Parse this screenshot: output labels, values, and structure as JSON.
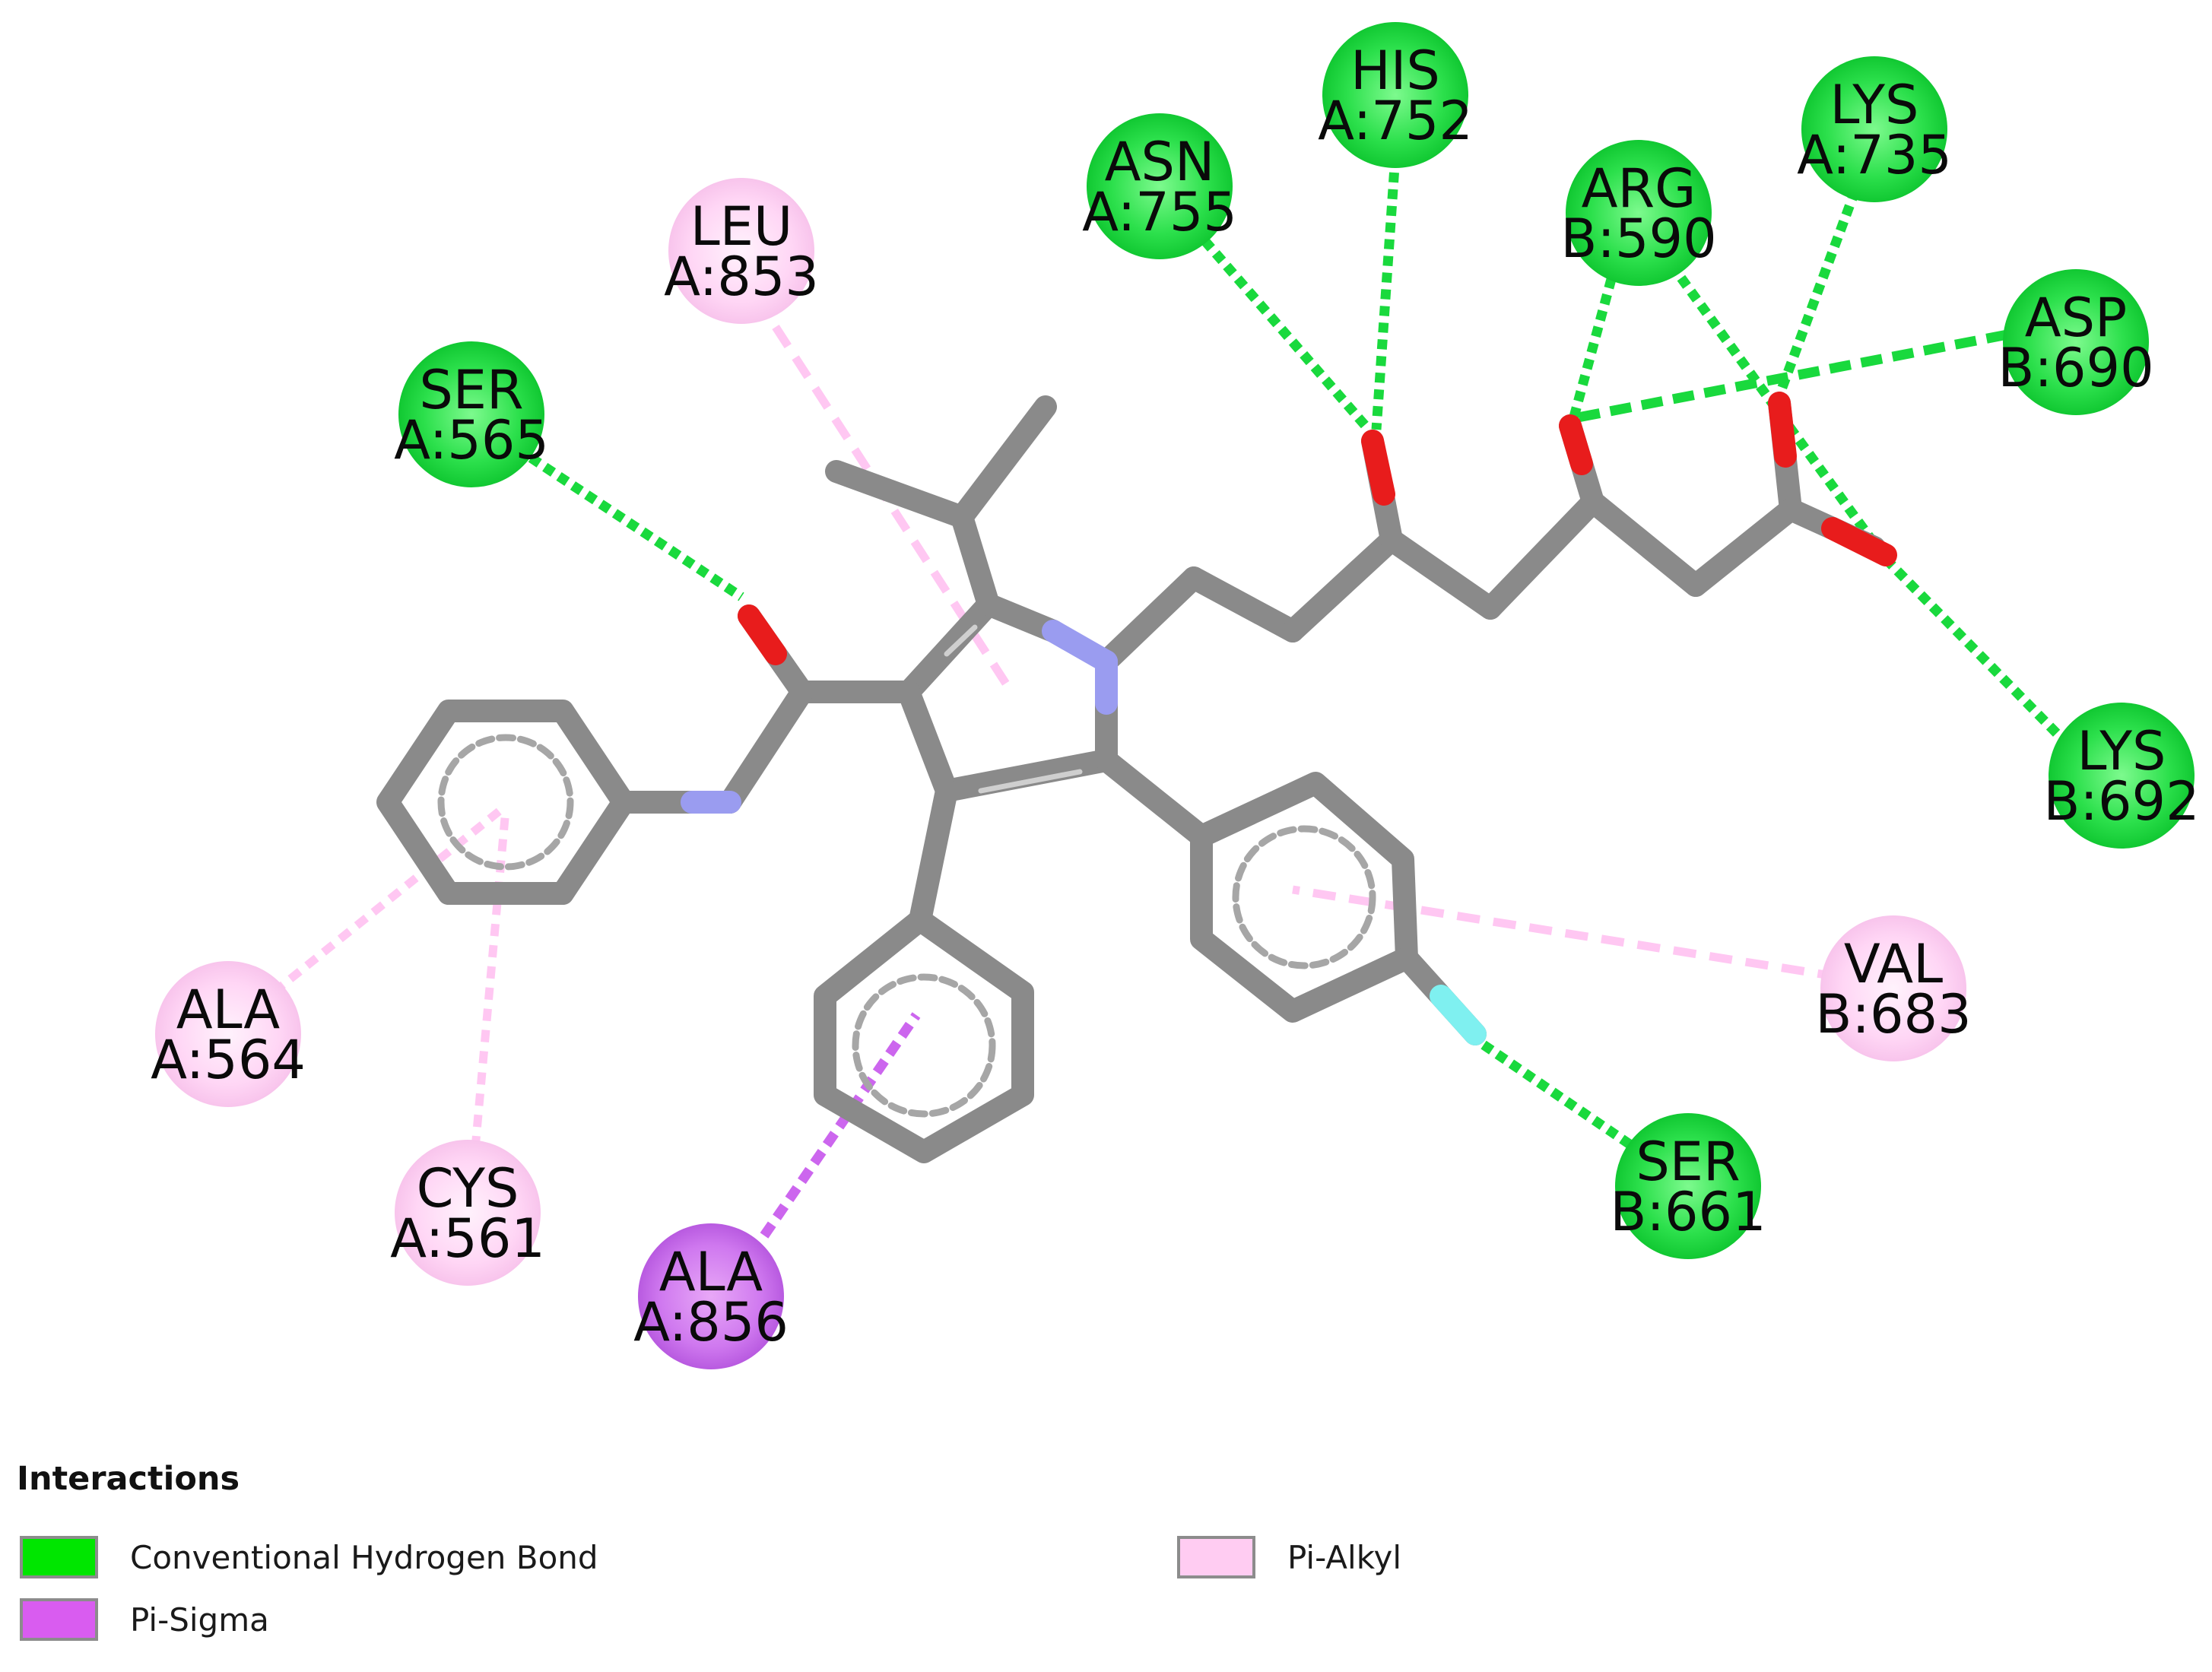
{
  "residues": [
    {
      "id": "his752",
      "name": "HIS",
      "chain_pos": "A:752",
      "type": "hbond"
    },
    {
      "id": "lys735",
      "name": "LYS",
      "chain_pos": "A:735",
      "type": "hbond"
    },
    {
      "id": "asn755",
      "name": "ASN",
      "chain_pos": "A:755",
      "type": "hbond"
    },
    {
      "id": "arg590",
      "name": "ARG",
      "chain_pos": "B:590",
      "type": "hbond"
    },
    {
      "id": "leu853",
      "name": "LEU",
      "chain_pos": "A:853",
      "type": "pialkyl"
    },
    {
      "id": "asp690",
      "name": "ASP",
      "chain_pos": "B:690",
      "type": "hbond"
    },
    {
      "id": "ser565",
      "name": "SER",
      "chain_pos": "A:565",
      "type": "hbond"
    },
    {
      "id": "lys692",
      "name": "LYS",
      "chain_pos": "B:692",
      "type": "hbond"
    },
    {
      "id": "val683",
      "name": "VAL",
      "chain_pos": "B:683",
      "type": "pialkyl"
    },
    {
      "id": "ala564",
      "name": "ALA",
      "chain_pos": "A:564",
      "type": "pialkyl"
    },
    {
      "id": "ser661",
      "name": "SER",
      "chain_pos": "B:661",
      "type": "hbond"
    },
    {
      "id": "cys561",
      "name": "CYS",
      "chain_pos": "A:561",
      "type": "pialkyl"
    },
    {
      "id": "ala856",
      "name": "ALA",
      "chain_pos": "A:856",
      "type": "pisigma"
    }
  ],
  "legend": {
    "title": "Interactions",
    "items": [
      {
        "label": "Conventional Hydrogen Bond",
        "color": "#00e600"
      },
      {
        "label": "Pi-Alkyl",
        "color": "#ffccf2"
      },
      {
        "label": "Pi-Sigma",
        "color": "#d95cf0"
      }
    ]
  },
  "colors": {
    "hbond": "#19d93d",
    "pialkyl": "#ffc7f2",
    "pisigma": "#cc66ee",
    "bond": "#8a8a8a",
    "oxygen": "#e81c1c",
    "nitrogen": "#9a9cf0",
    "fluorine": "#7ff0f0"
  }
}
